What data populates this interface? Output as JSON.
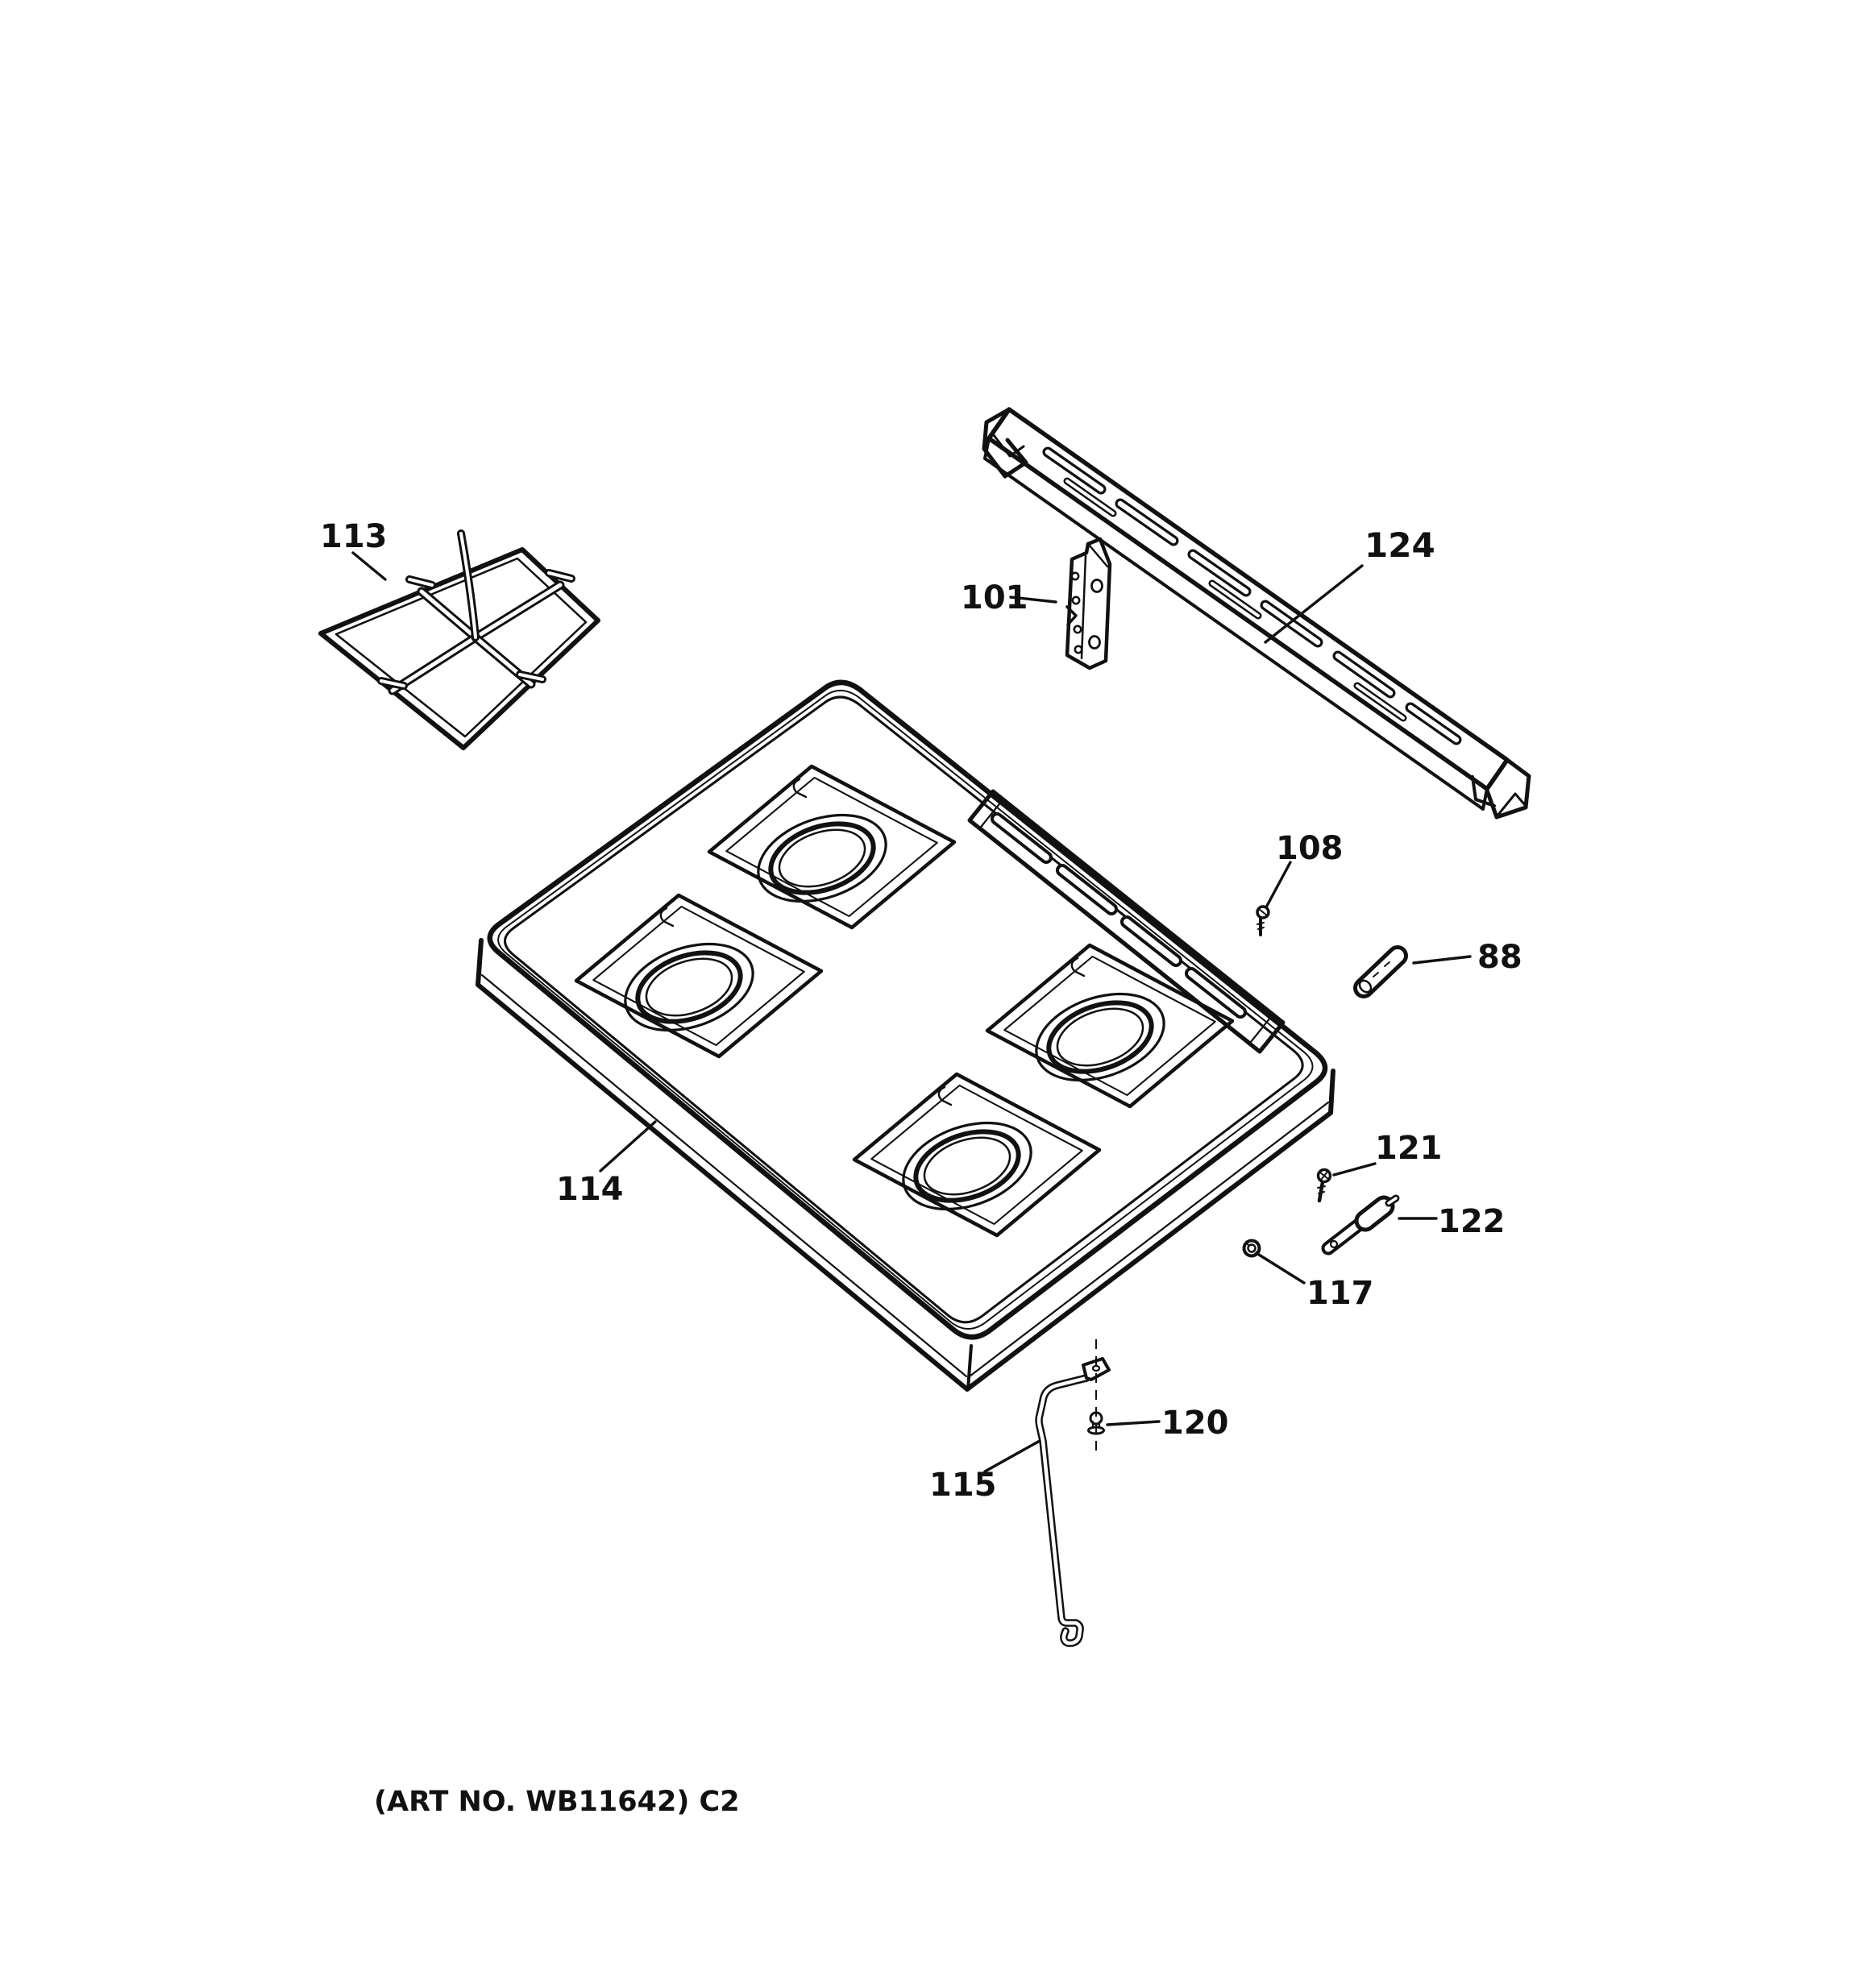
{
  "diagram": {
    "kind": "exploded-parts-diagram",
    "footer": "(ART NO. WB11642) C2",
    "colors": {
      "line": "#111111",
      "background": "#ffffff"
    },
    "callouts": {
      "c113": "113",
      "c124": "124",
      "c101": "101",
      "c108": "108",
      "c88": "88",
      "c114": "114",
      "c121": "121",
      "c122": "122",
      "c117": "117",
      "c120": "120",
      "c115": "115"
    }
  }
}
